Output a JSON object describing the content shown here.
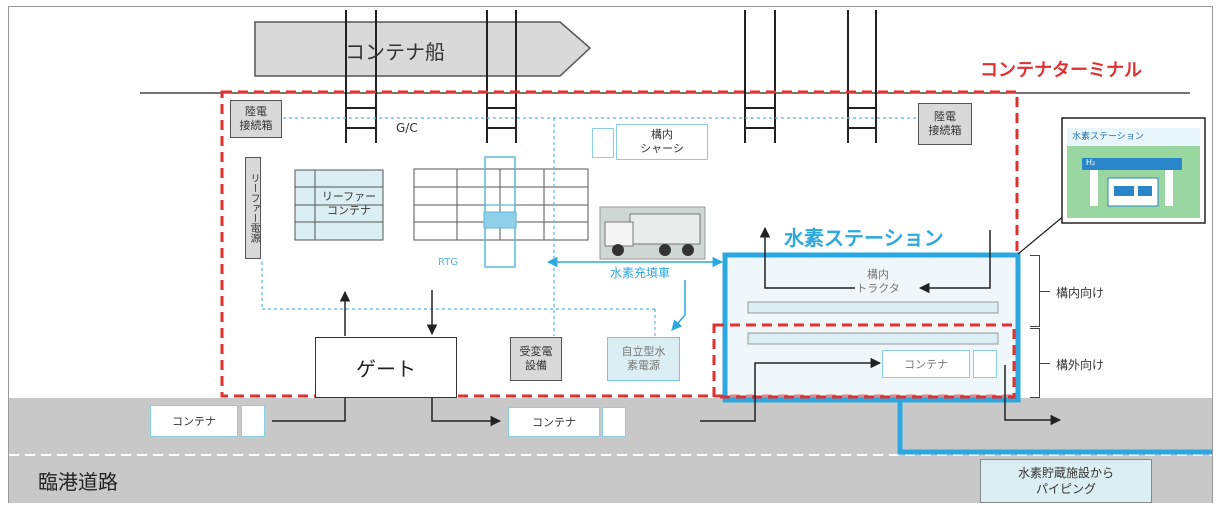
{
  "colors": {
    "red": "#e03030",
    "cyan": "#2ba8df",
    "road": "#c8c8c8",
    "grey_box": "#d9d9d9",
    "light_cyan": "#dbeef3"
  },
  "labels": {
    "ship": "コンテナ船",
    "terminal": "コンテナターミナル",
    "gc": "G/C",
    "shore_power_left": "陸電\n接続箱",
    "shore_power_right": "陸電\n接続箱",
    "reefer_power": "リーファー電源",
    "reefer_container": "リーファー\nコンテナ",
    "rtg": "RTG",
    "yard_chassis": "構内\nシャーシ",
    "h2_refueler": "水素充填車",
    "h2_station": "水素ステーション",
    "h2_station_inset": "水素ステーション",
    "h2_symbol": "H₂",
    "yard_tractor": "構内\nトラクタ",
    "container_inside": "コンテナ",
    "gate": "ゲート",
    "substation": "受変電\n設備",
    "backup_power": "自立型水\n素電源",
    "for_inside": "構内向け",
    "for_outside": "構外向け",
    "road_container_1": "コンテナ",
    "road_container_2": "コンテナ",
    "harbor_road": "臨港道路",
    "piping": "水素貯蔵施設から\nパイピング"
  }
}
